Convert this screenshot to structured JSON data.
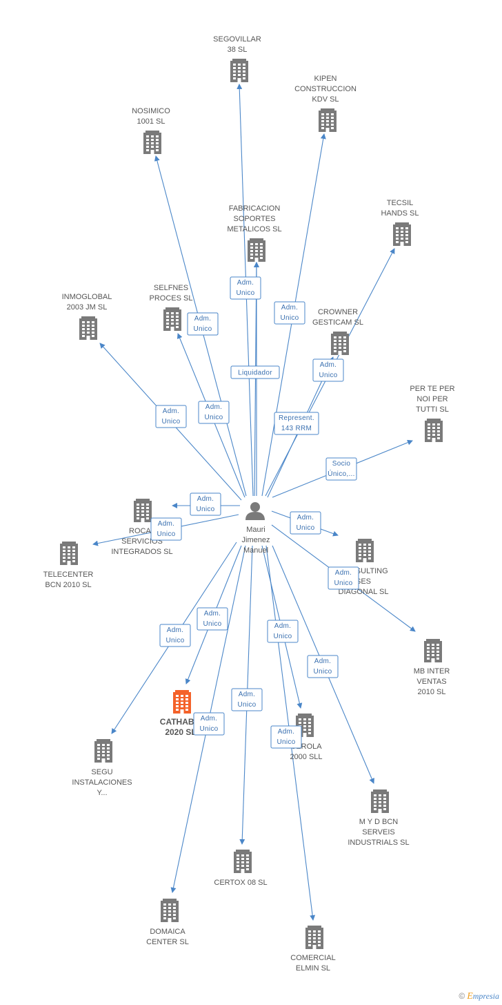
{
  "colors": {
    "edge": "#4a86c8",
    "building": "#7a7a7a",
    "highlight": "#f4622a",
    "person": "#7a7a7a"
  },
  "center": {
    "label_lines": [
      "Mauri",
      "Jimenez",
      "Manuel"
    ]
  },
  "nodes": [
    {
      "id": "segovillar",
      "label_lines": [
        "SEGOVILLAR",
        "38 SL"
      ]
    },
    {
      "id": "kipen",
      "label_lines": [
        "KIPEN",
        "CONSTRUCCION",
        "KDV SL"
      ]
    },
    {
      "id": "nosimico",
      "label_lines": [
        "NOSIMICO",
        "1001 SL"
      ]
    },
    {
      "id": "fabricacion",
      "label_lines": [
        "FABRICACION",
        "SOPORTES",
        "METALICOS SL"
      ]
    },
    {
      "id": "tecsil",
      "label_lines": [
        "TECSIL",
        "HANDS SL"
      ]
    },
    {
      "id": "inmoglobal",
      "label_lines": [
        "INMOGLOBAL",
        "2003 JM SL"
      ]
    },
    {
      "id": "selfnes",
      "label_lines": [
        "SELFNES",
        "PROCES SL"
      ]
    },
    {
      "id": "crowner",
      "label_lines": [
        "CROWNER",
        "GESTICAM SL"
      ]
    },
    {
      "id": "perteper",
      "label_lines": [
        "PER TE PER",
        "NOI PER",
        "TUTTI SL"
      ]
    },
    {
      "id": "rocal",
      "label_lines": [
        "ROCAL",
        "SERVICIOS",
        "INTEGRADOS SL"
      ]
    },
    {
      "id": "telecenter",
      "label_lines": [
        "TELECENTER",
        "BCN 2010 SL"
      ]
    },
    {
      "id": "consulting",
      "label_lines": [
        "CONSULTING",
        "SES",
        "DIAGONAL SL"
      ]
    },
    {
      "id": "mbinter",
      "label_lines": [
        "MB INTER",
        "VENTAS",
        "2010  SL"
      ]
    },
    {
      "id": "cathabit",
      "label_lines": [
        "CATHABIT",
        "2020 SL"
      ],
      "highlight": true
    },
    {
      "id": "segu",
      "label_lines": [
        "SEGU",
        "INSTALACIONES",
        "Y..."
      ]
    },
    {
      "id": "cerola",
      "label_lines": [
        "CEROLA",
        "2000 SLL"
      ]
    },
    {
      "id": "myd",
      "label_lines": [
        "M Y D BCN",
        "SERVEIS",
        "INDUSTRIALS SL"
      ]
    },
    {
      "id": "certox",
      "label_lines": [
        "CERTOX 08 SL"
      ]
    },
    {
      "id": "domaica",
      "label_lines": [
        "DOMAICA",
        "CENTER SL"
      ]
    },
    {
      "id": "comercial",
      "label_lines": [
        "COMERCIAL",
        "ELMIN SL"
      ]
    }
  ],
  "edges": [
    {
      "target": "segovillar",
      "label_lines": [
        "Adm.",
        "Unico"
      ]
    },
    {
      "target": "kipen",
      "label_lines": [
        "Adm.",
        "Unico"
      ]
    },
    {
      "target": "nosimico",
      "label_lines": [
        "Adm.",
        "Unico"
      ]
    },
    {
      "target": "fabricacion",
      "label_lines": [
        "Liquidador"
      ]
    },
    {
      "target": "tecsil",
      "label_lines": [
        "Represent.",
        "143 RRM"
      ]
    },
    {
      "target": "inmoglobal",
      "label_lines": [
        "Adm.",
        "Unico"
      ]
    },
    {
      "target": "selfnes",
      "label_lines": [
        "Adm.",
        "Unico"
      ]
    },
    {
      "target": "crowner",
      "label_lines": [
        "Adm.",
        "Unico"
      ]
    },
    {
      "target": "perteper",
      "label_lines": [
        "Socio",
        "Único,..."
      ]
    },
    {
      "target": "rocal",
      "label_lines": [
        "Adm.",
        "Unico"
      ]
    },
    {
      "target": "telecenter",
      "label_lines": [
        "Adm.",
        "Unico"
      ]
    },
    {
      "target": "consulting",
      "label_lines": [
        "Adm.",
        "Unico"
      ]
    },
    {
      "target": "mbinter",
      "label_lines": [
        "Adm.",
        "Unico"
      ]
    },
    {
      "target": "cathabit",
      "label_lines": [
        "Adm.",
        "Unico"
      ]
    },
    {
      "target": "segu",
      "label_lines": [
        "Adm.",
        "Unico"
      ]
    },
    {
      "target": "cerola",
      "label_lines": [
        "Adm.",
        "Unico"
      ]
    },
    {
      "target": "myd",
      "label_lines": [
        "Adm.",
        "Unico"
      ]
    },
    {
      "target": "certox",
      "label_lines": [
        "Adm.",
        "Unico"
      ]
    },
    {
      "target": "domaica",
      "label_lines": [
        "Adm.",
        "Unico"
      ]
    },
    {
      "target": "comercial",
      "label_lines": [
        "Adm.",
        "Unico"
      ]
    },
    {
      "target": "fabricacion",
      "label_lines": [
        "Adm.",
        "Unico"
      ]
    }
  ],
  "footer": {
    "copyright": "©",
    "brand_first": "E",
    "brand_rest": "mpresia"
  }
}
